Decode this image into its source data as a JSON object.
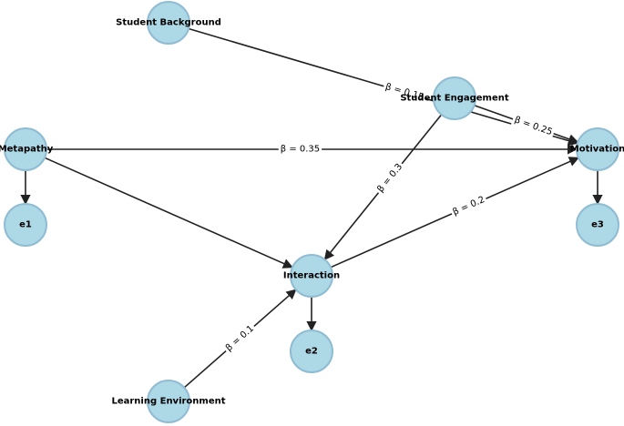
{
  "diagram": {
    "type": "path-diagram",
    "colors": {
      "node_fill": "#add8e6",
      "node_stroke": "#8fbcd3",
      "edge": "#222222",
      "background": "#ffffff"
    },
    "nodes": [
      {
        "id": "student_background",
        "label": "Student Background"
      },
      {
        "id": "student_engagement",
        "label": "Student Engagement"
      },
      {
        "id": "metapathy",
        "label": "Metapathy"
      },
      {
        "id": "motivation",
        "label": "Motivation"
      },
      {
        "id": "e1",
        "label": "e1"
      },
      {
        "id": "interaction",
        "label": "Interaction"
      },
      {
        "id": "e3",
        "label": "e3"
      },
      {
        "id": "e2",
        "label": "e2"
      },
      {
        "id": "learning_environment",
        "label": "Learning Environment"
      }
    ],
    "edges": [
      {
        "id": "bg_mot",
        "from": "student_background",
        "to": "motivation",
        "label": "β = 0.15"
      },
      {
        "id": "eng_mot",
        "from": "student_engagement",
        "to": "motivation",
        "label": "β = 0.25"
      },
      {
        "id": "met_mot",
        "from": "metapathy",
        "to": "motivation",
        "label": "β = 0.35"
      },
      {
        "id": "eng_int",
        "from": "student_engagement",
        "to": "interaction",
        "label": "β = 0.3"
      },
      {
        "id": "int_mot",
        "from": "interaction",
        "to": "motivation",
        "label": "β = 0.2"
      },
      {
        "id": "le_int",
        "from": "learning_environment",
        "to": "interaction",
        "label": "β = 0.1"
      },
      {
        "id": "met_int",
        "from": "metapathy",
        "to": "interaction",
        "label": ""
      },
      {
        "id": "met_e1",
        "from": "metapathy",
        "to": "e1",
        "label": ""
      },
      {
        "id": "mot_e3",
        "from": "motivation",
        "to": "e3",
        "label": ""
      },
      {
        "id": "int_e2",
        "from": "interaction",
        "to": "e2",
        "label": ""
      }
    ]
  }
}
